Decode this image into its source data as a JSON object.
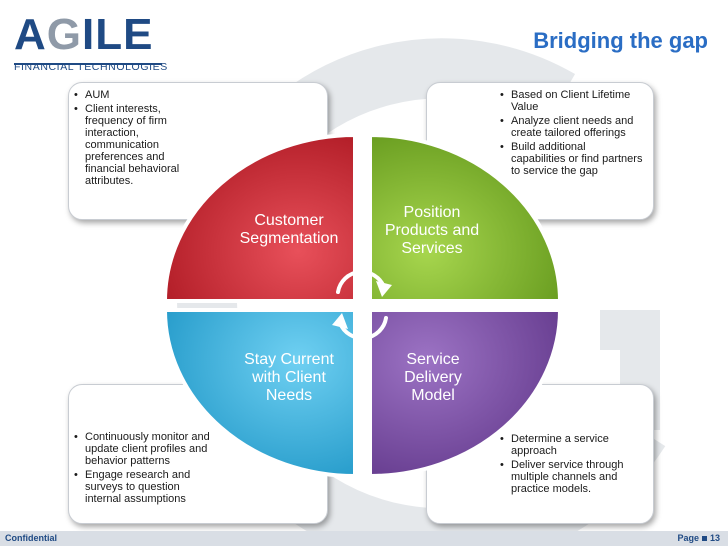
{
  "header": {
    "logo_word": "AGILE",
    "logo_sub": "FINANCIAL TECHNOLOGIES",
    "title": "Bridging the gap"
  },
  "boxes": {
    "top_left": [
      "AUM",
      "Client interests, frequency of firm interaction, communication preferences and financial behavioral attributes."
    ],
    "top_right": [
      "Based on Client Lifetime Value",
      "Analyze client needs and create tailored offerings",
      "Build additional capabilities or find partners to service the gap"
    ],
    "bottom_left": [
      "Continuously  monitor and update client profiles and behavior patterns",
      "Engage research and surveys to question internal assumptions"
    ],
    "bottom_right": [
      "Determine a service approach",
      "Deliver service through multiple  channels and practice models."
    ]
  },
  "quadrants": {
    "top_left": [
      "Customer",
      "Segmentation"
    ],
    "top_right": [
      "Position",
      "Products and",
      "Services"
    ],
    "bottom_left": [
      "Stay Current",
      "with Client",
      "Needs"
    ],
    "bottom_right": [
      "Service",
      "Delivery",
      "Model"
    ]
  },
  "colors": {
    "red": "#c8232f",
    "green": "#7cb42a",
    "cyan": "#2fb0dd",
    "purple": "#7b4fa3",
    "brand": "#1f4a84",
    "title": "#2a6dc4"
  },
  "footer": {
    "confidential": "Confidential",
    "page_label": "Page",
    "page_number": "13"
  }
}
